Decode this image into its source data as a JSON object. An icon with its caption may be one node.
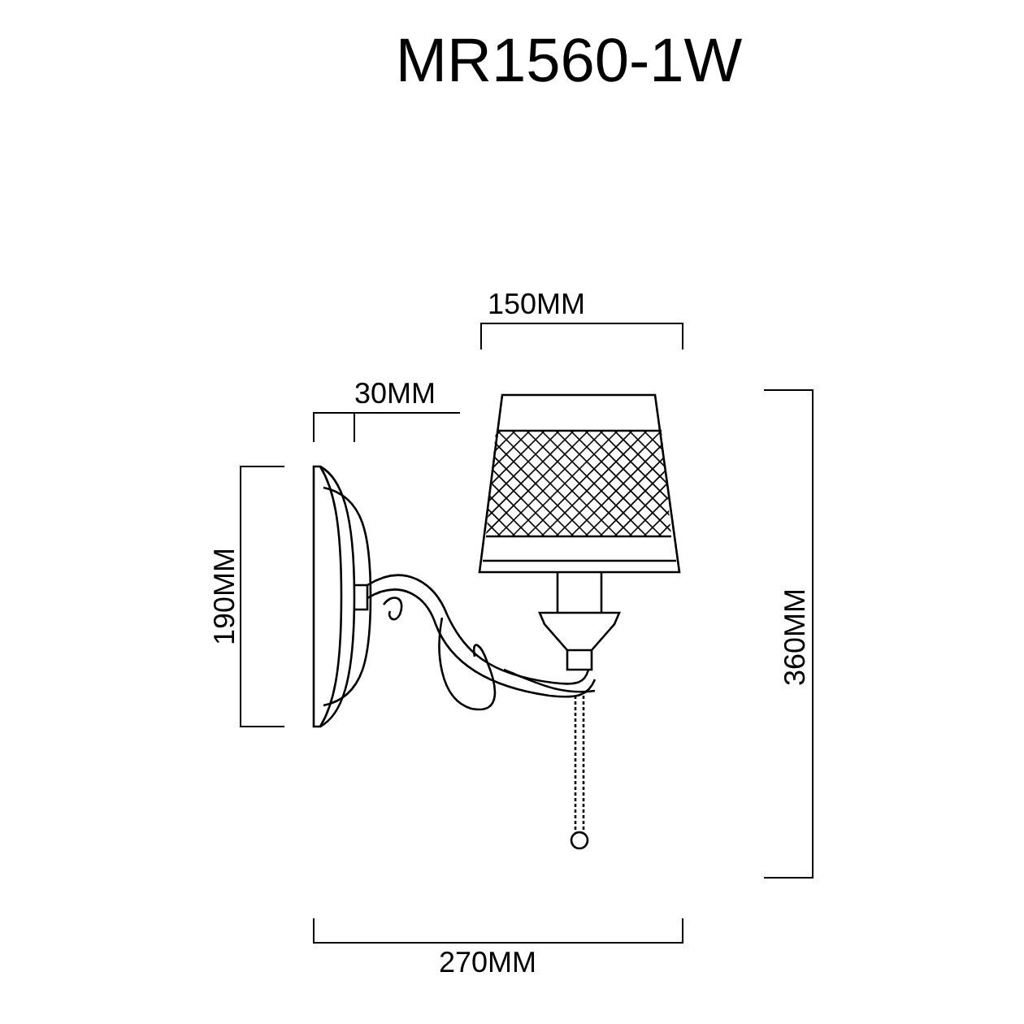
{
  "diagram": {
    "title": "MR1560-1W",
    "labels": [
      "150MM",
      "30MM",
      "190MM",
      "360MM",
      "270MM"
    ]
  }
}
